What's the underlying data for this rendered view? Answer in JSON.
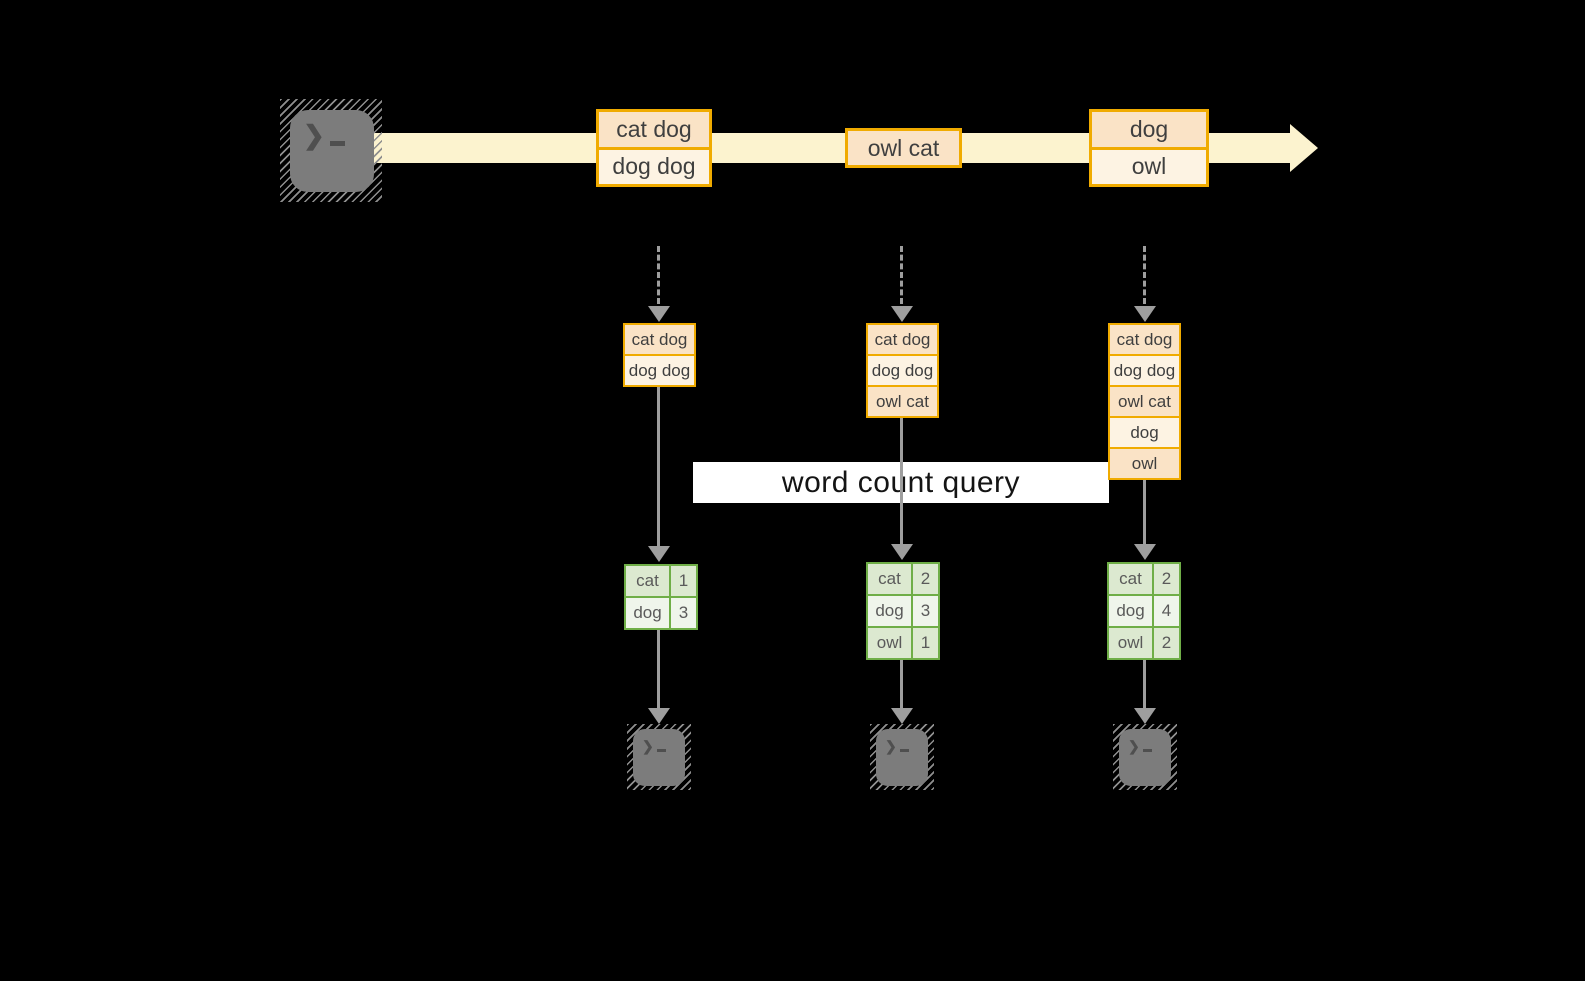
{
  "stream": {
    "events": [
      {
        "lines": [
          "cat dog",
          "dog dog"
        ]
      },
      {
        "lines": [
          "owl cat"
        ]
      },
      {
        "lines": [
          "dog",
          "owl"
        ]
      }
    ]
  },
  "query": {
    "label": "word count query"
  },
  "columns": [
    {
      "buffer": [
        "cat dog",
        "dog dog"
      ],
      "counts": [
        {
          "word": "cat",
          "value": "1"
        },
        {
          "word": "dog",
          "value": "3"
        }
      ]
    },
    {
      "buffer": [
        "cat dog",
        "dog dog",
        "owl cat"
      ],
      "counts": [
        {
          "word": "cat",
          "value": "2"
        },
        {
          "word": "dog",
          "value": "3"
        },
        {
          "word": "owl",
          "value": "1"
        }
      ]
    },
    {
      "buffer": [
        "cat dog",
        "dog dog",
        "owl cat",
        "dog",
        "owl"
      ],
      "counts": [
        {
          "word": "cat",
          "value": "2"
        },
        {
          "word": "dog",
          "value": "4"
        },
        {
          "word": "owl",
          "value": "2"
        }
      ]
    }
  ],
  "icons": {
    "prompt_chevron": "❯"
  },
  "colors": {
    "background": "#000000",
    "stream_band": "#FCF3CF",
    "event_border": "#F0AB00",
    "event_fill_a": "#FAE3C6",
    "event_fill_b": "#FDF3E3",
    "table_border": "#6FAE47",
    "table_fill_a": "#DCE9D0",
    "table_fill_b": "#EFF5EB",
    "arrow_gray": "#9E9E9E",
    "terminal_gray": "#7C7C7C",
    "query_band_bg": "#FFFFFF"
  }
}
